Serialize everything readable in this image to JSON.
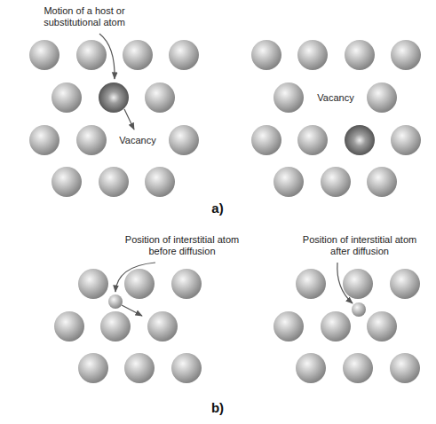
{
  "diagram": {
    "labels": [
      "Motion of a host or substitutional atom",
      "Vacancy",
      "Vacancy",
      "a)",
      "Position of interstitial atom before diffusion",
      "Position of interstitial atom after diffusion",
      "b)"
    ]
  }
}
